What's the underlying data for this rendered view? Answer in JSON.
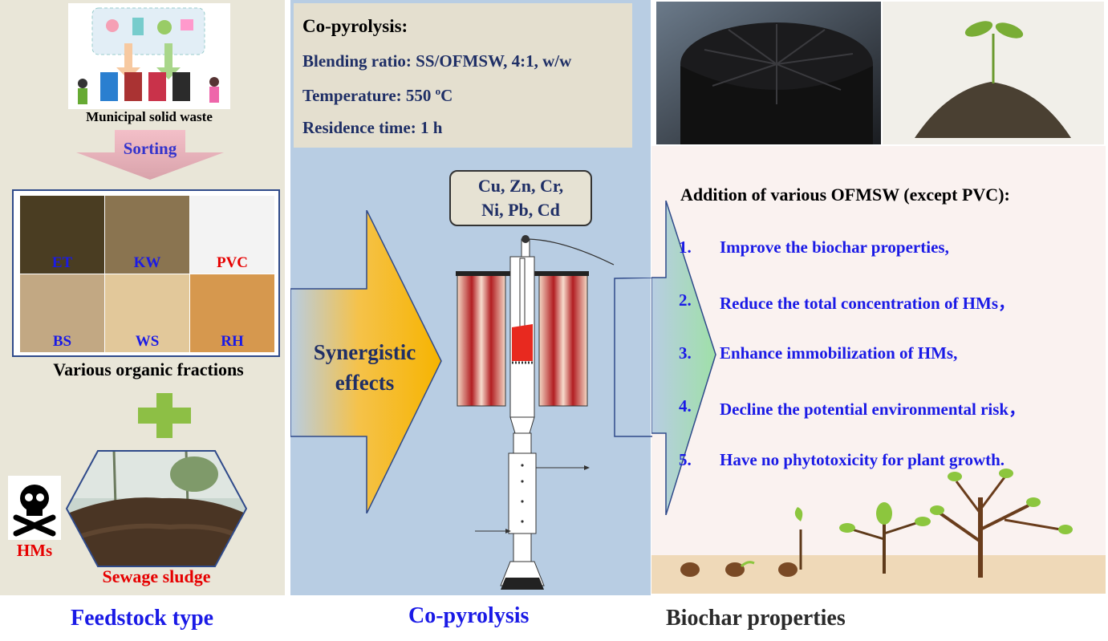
{
  "feedstock": {
    "msw_label": "Municipal solid waste",
    "sorting_label": "Sorting",
    "fractions": [
      "ET",
      "KW",
      "PVC",
      "BS",
      "WS",
      "RH"
    ],
    "fractions_label": "Various organic fractions",
    "hms_label": "HMs",
    "sludge_label": "Sewage sludge",
    "footer": "Feedstock type"
  },
  "copyrolysis": {
    "title": "Co-pyrolysis:",
    "blending": "Blending ratio: SS/OFMSW, 4:1, w/w",
    "temperature_prefix": "Temperature: 550 ",
    "temperature_sup": "o",
    "temperature_suffix": "C",
    "residence": "Residence time: 1 h",
    "metals_line1": "Cu, Zn, Cr,",
    "metals_line2": "Ni, Pb, Cd",
    "synergy_line1": "Synergistic",
    "synergy_line2": "effects",
    "footer": "Co-pyrolysis"
  },
  "biochar": {
    "title": "Addition of  various OFMSW (except PVC):",
    "items": [
      {
        "num": "1.",
        "text": "Improve the biochar properties,"
      },
      {
        "num": "2.",
        "text": "Reduce the total concentration of HMs，"
      },
      {
        "num": "3.",
        "text": "Enhance immobilization of HMs,"
      },
      {
        "num": "4.",
        "text": "Decline the potential environmental risk，"
      },
      {
        "num": "5.",
        "text": "Have no phytotoxicity for plant growth."
      }
    ],
    "footer": "Biochar properties"
  },
  "colors": {
    "blue_text": "#1a1ae6",
    "red_text": "#e60000",
    "navy_text": "#1f2f66",
    "left_bg": "#e9e6d8",
    "mid_bg": "#b8cde3",
    "right_bg": "#faf2f0"
  }
}
